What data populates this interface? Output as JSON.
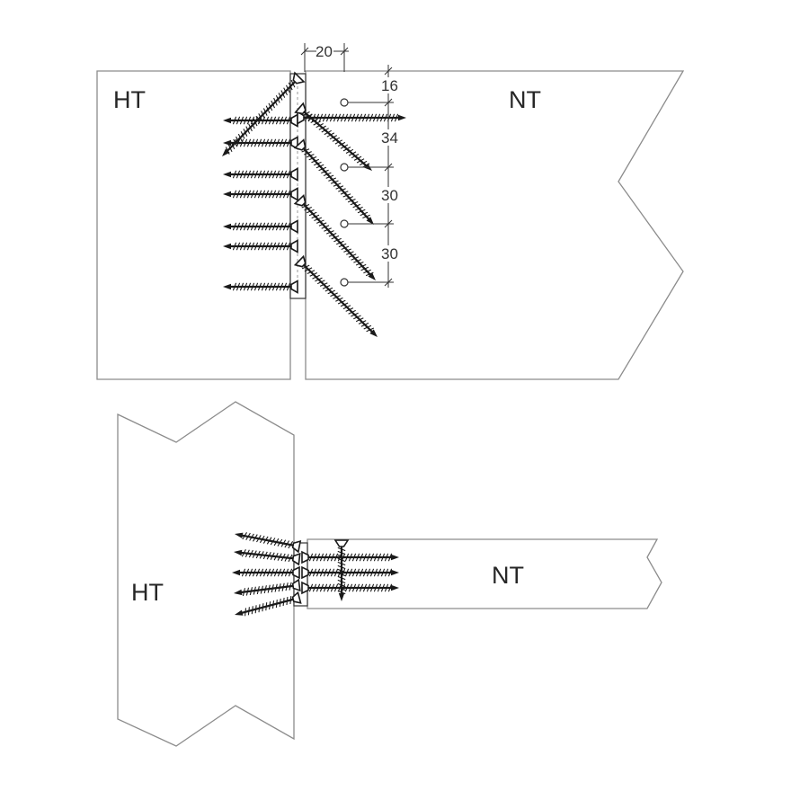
{
  "elevation": {
    "ht_label": "HT",
    "nt_label": "NT",
    "dim_top": "20",
    "dim_1": "16",
    "dim_2": "34",
    "dim_3": "30",
    "dim_4": "30"
  },
  "plan": {
    "ht_label": "HT",
    "nt_label": "NT"
  }
}
